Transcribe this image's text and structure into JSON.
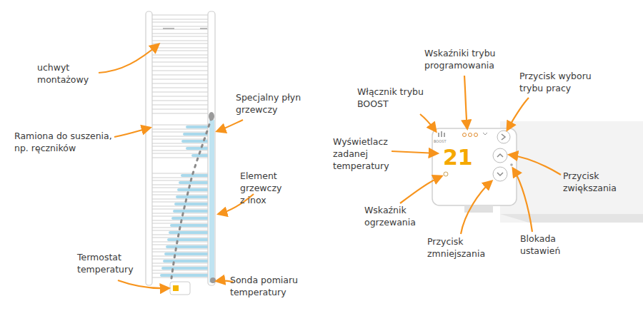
{
  "diagram": {
    "labels": [
      "uchwyt montażowy",
      "Specjalny płyn grzewczy",
      "Ramiona do suszenia, np. ręczników",
      "Element grzewczy z inox",
      "Termostat temperatury",
      "Sonda pomiaru temperatury",
      "Włącznik trybu BOOST",
      "Wskaźniki trybu programowania",
      "Przycisk wyboru trybu pracy",
      "Wyświetlacz zadanej temperatury",
      "Wskaźnik ogrzewania",
      "Przycisk zwiększania",
      "Przycisk zmniejszania",
      "Blokada ustawień",
      "21",
      "BOOST"
    ]
  }
}
